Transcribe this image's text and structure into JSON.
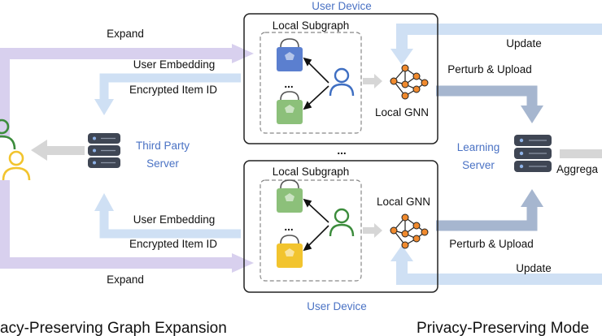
{
  "devices": {
    "top": {
      "title": "User Device",
      "subgraph_title": "Local Subgraph",
      "gnn_label": "Local GNN",
      "ellipsis": "...",
      "user_color": "#3f6fc2",
      "items": [
        {
          "icon": "blue-shopping-bag-icon",
          "color": "#5b7fcf"
        },
        {
          "icon": "green-shopping-bag-icon",
          "color": "#8cc07a"
        }
      ]
    },
    "bottom": {
      "title": "User Device",
      "subgraph_title": "Local Subgraph",
      "gnn_label": "Local GNN",
      "ellipsis": "...",
      "user_color": "#3c8c3c",
      "items": [
        {
          "icon": "green-shopping-bag-icon",
          "color": "#8cc07a"
        },
        {
          "icon": "yellow-shopping-bag-icon",
          "color": "#f2c42e"
        }
      ]
    },
    "between_ellipsis": "..."
  },
  "third_party_server": {
    "line1": "Third Party",
    "line2": "Server"
  },
  "learning_server": {
    "line1": "Learning",
    "line2": "Server",
    "aggregate_label": "Aggrega"
  },
  "flows": {
    "expand_top": "Expand",
    "user_embedding_top": "User Embedding",
    "encrypted_id_top": "Encrypted Item ID",
    "update_top": "Update",
    "perturb_top": "Perturb & Upload",
    "user_embedding_bottom": "User Embedding",
    "encrypted_id_bottom": "Encrypted Item ID",
    "expand_bottom": "Expand",
    "perturb_bottom": "Perturb & Upload",
    "update_bottom": "Update"
  },
  "captions": {
    "left": "acy-Preserving Graph Expansion",
    "right": "Privacy-Preserving Mode"
  },
  "colors": {
    "expand_purple": "#d8d0ee",
    "update_blue": "#cfe0f4",
    "upload_steel": "#a6b6cf",
    "gray_arrow": "#d6d6d6",
    "gnn_node": "#f08a2e",
    "accent_blue": "#4a72c4"
  }
}
